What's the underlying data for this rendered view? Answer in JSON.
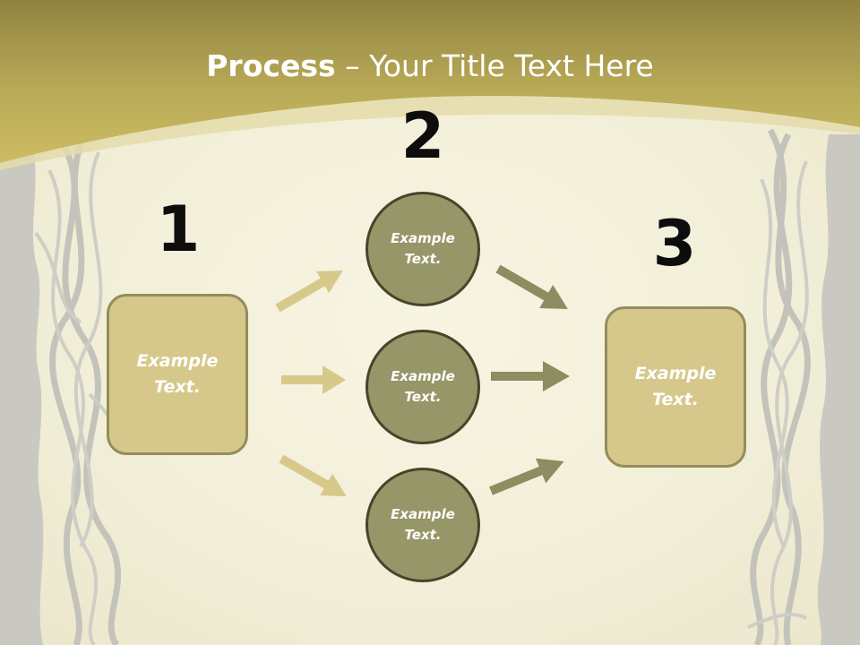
{
  "title": {
    "bold": "Process",
    "rest": " – Your Title Text Here"
  },
  "steps": {
    "one": {
      "number": "1",
      "text": "Example Text."
    },
    "two": {
      "number": "2",
      "items": [
        {
          "text": "Example Text."
        },
        {
          "text": "Example Text."
        },
        {
          "text": "Example Text."
        }
      ]
    },
    "three": {
      "number": "3",
      "text": "Example Text."
    }
  },
  "colors": {
    "header_band": "#c9b860",
    "box_fill": "#d6c88a",
    "box_border": "#948d5a",
    "circle_fill": "#969668",
    "circle_border": "#46452a",
    "arrow_light": "#d6c98a",
    "arrow_dark": "#8e8c60"
  }
}
